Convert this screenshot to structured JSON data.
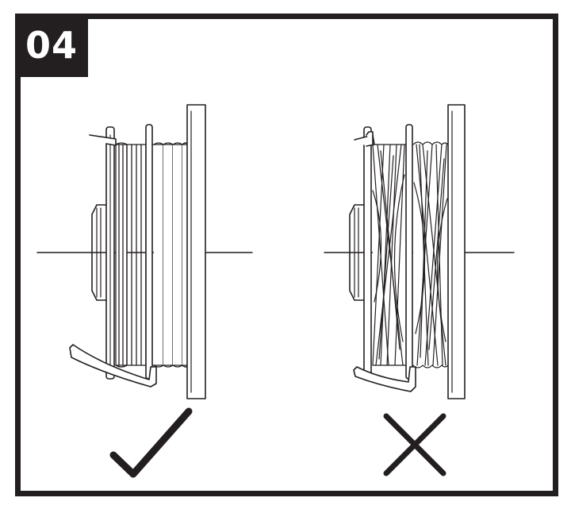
{
  "step": {
    "number": "04"
  },
  "figures": [
    {
      "id": "correct",
      "label_icon": "checkmark-icon"
    },
    {
      "id": "incorrect",
      "label_icon": "cross-icon"
    }
  ],
  "colors": {
    "ink": "#231f20",
    "background": "#ffffff"
  }
}
